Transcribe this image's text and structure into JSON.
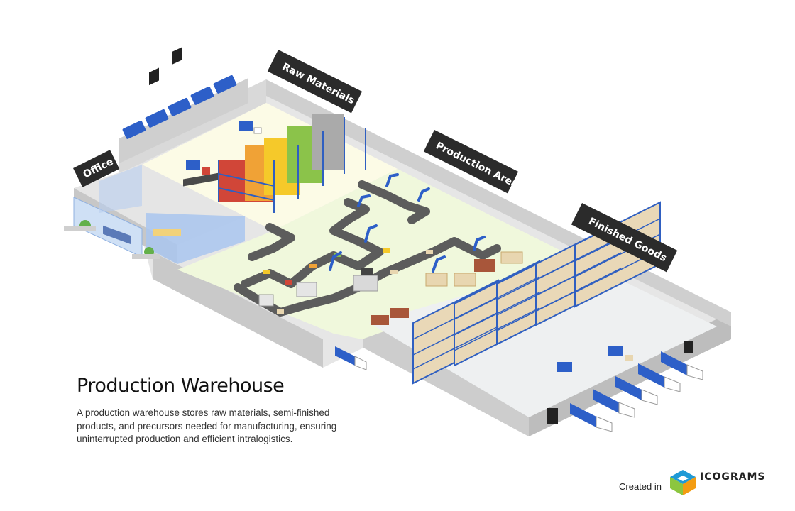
{
  "zones": {
    "raw_materials": "Raw Materials",
    "office": "Office",
    "production_area": "Production Area",
    "finished_goods": "Finished Goods"
  },
  "title": "Production Warehouse",
  "description": "A production warehouse stores raw materials, semi-finished products, and precursors needed for manufacturing, ensuring uninterrupted production and efficient intralogistics.",
  "credit": {
    "text": "Created in",
    "brand": "ICOGRAMS"
  },
  "colors": {
    "label_bg": "#2b2b2b",
    "floor_raw": "#fcfbe6",
    "floor_production": "#f0f8dc",
    "floor_finished": "#eef0f1",
    "wall": "#dcdcdc",
    "rack_blue": "#2f5fc1",
    "truck_blue": "#2d5fc8",
    "conveyor": "#5c5c5c",
    "office_glass": "#a9c6ee",
    "logo_green": "#8cc63f",
    "logo_blue": "#1f9ad6",
    "logo_orange": "#f39c12"
  },
  "icons": [
    "forklift-icon",
    "truck-icon",
    "robot-arm-icon",
    "pallet-icon",
    "shelving-rack-icon",
    "icograms-logo-icon"
  ]
}
